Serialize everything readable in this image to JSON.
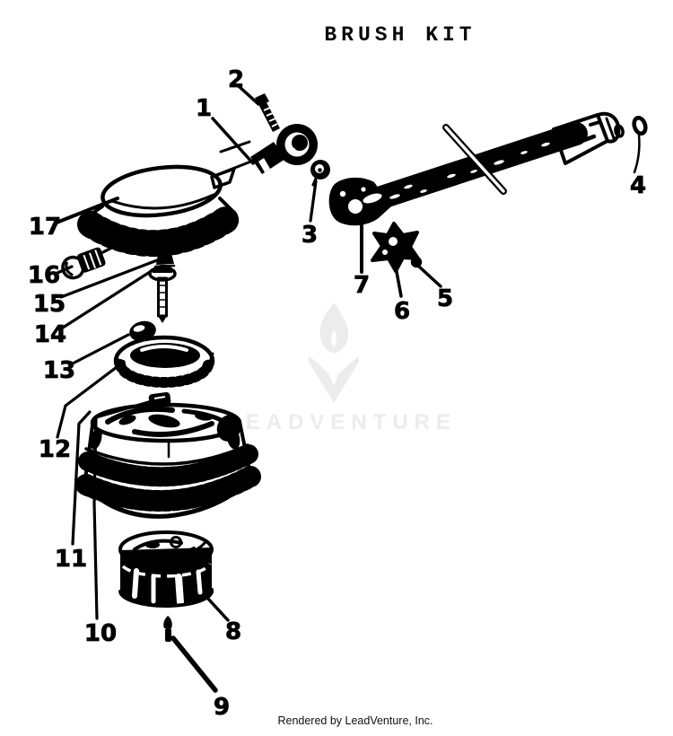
{
  "title": "BRUSH KIT",
  "watermark": {
    "text": "LEADVENTURE"
  },
  "footer": {
    "credit": "Rendered by LeadVenture, Inc."
  },
  "colors": {
    "ink": "#000000",
    "watermark": "#ececec",
    "background": "#ffffff"
  },
  "diagram": {
    "callouts": [
      {
        "label": "1"
      },
      {
        "label": "2"
      },
      {
        "label": "3"
      },
      {
        "label": "4"
      },
      {
        "label": "5"
      },
      {
        "label": "6"
      },
      {
        "label": "7"
      },
      {
        "label": "8"
      },
      {
        "label": "9"
      },
      {
        "label": "10"
      },
      {
        "label": "11"
      },
      {
        "label": "12"
      },
      {
        "label": "13"
      },
      {
        "label": "14"
      },
      {
        "label": "15"
      },
      {
        "label": "16"
      },
      {
        "label": "17"
      }
    ]
  }
}
